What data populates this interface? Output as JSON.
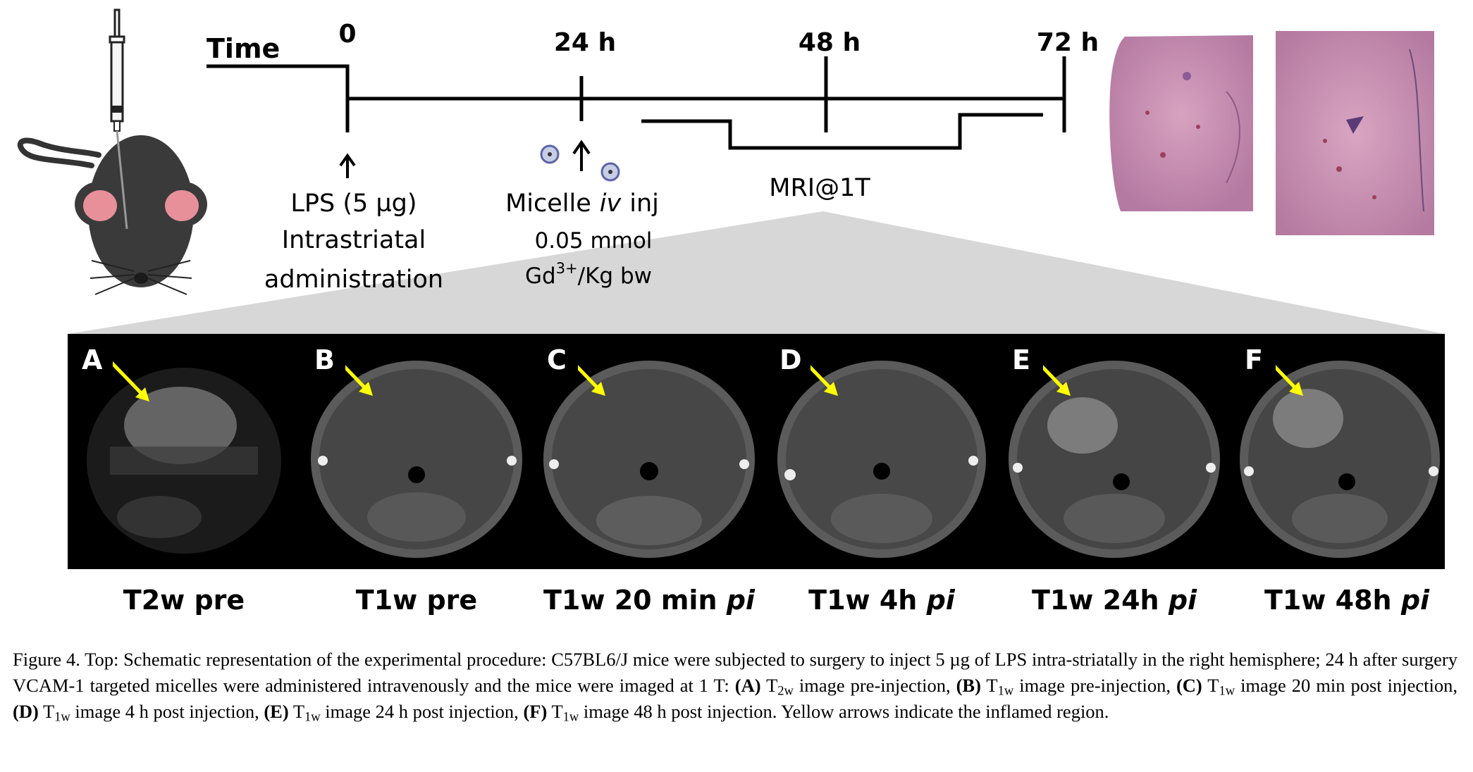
{
  "timeline": {
    "time_label": "Time",
    "ticks": [
      "0",
      "24 h",
      "48 h",
      "72 h"
    ],
    "lps_line1": "LPS (5 µg)",
    "lps_line2": "Intrastriatal",
    "lps_line3": "administration",
    "micelle_label": "Micelle",
    "micelle_italic": "iv",
    "micelle_suffix": "inj",
    "dose_line1": "0.05 mmol",
    "dose_gd": "Gd",
    "dose_sup": "3+",
    "dose_rest": "/Kg bw",
    "mri_label": "MRI@1T"
  },
  "panels": [
    {
      "letter": "A",
      "caption": "T2w pre",
      "caption_italic": ""
    },
    {
      "letter": "B",
      "caption": "T1w pre",
      "caption_italic": ""
    },
    {
      "letter": "C",
      "caption": "T1w 20 min",
      "caption_italic": "pi"
    },
    {
      "letter": "D",
      "caption": "T1w 4h",
      "caption_italic": "pi"
    },
    {
      "letter": "E",
      "caption": "T1w 24h",
      "caption_italic": "pi"
    },
    {
      "letter": "F",
      "caption": "T1w 48h",
      "caption_italic": "pi"
    }
  ],
  "caption": {
    "intro": "Figure 4. Top: Schematic representation of the experimental procedure: C57BL6/J mice were subjected to surgery to inject 5 µg of LPS intra-striatally in the right hemisphere; 24 h after surgery VCAM-1 targeted micelles were administered intravenously and the mice were imaged at 1 T: ",
    "a_label": "(A)",
    "a_t": "T",
    "a_sub": "2w",
    "a_text": " image pre-injection, ",
    "b_label": "(B)",
    "b_t": "T",
    "b_sub": "1w",
    "b_text": " image pre-injection, ",
    "c_label": "(C)",
    "c_t": "T",
    "c_sub": "1w",
    "c_text": " image 20 min post injection, ",
    "d_label": "(D)",
    "d_t": "T",
    "d_sub": "1w",
    "d_text": " image 4 h post injection, ",
    "e_label": "(E)",
    "e_t": "T",
    "e_sub": "1w",
    "e_text": " image 24 h post injection, ",
    "f_label": "(F)",
    "f_t": "T",
    "f_sub": "1w",
    "f_text": " image 48 h post injection. Yellow arrows indicate the inflamed region."
  },
  "colors": {
    "arrow_yellow": "#ffff00",
    "histology_pink": "#c98fb0",
    "mouse_body": "#3a3a3a",
    "mouse_ear": "#e8909a",
    "cone_gray": "#d7d7d7"
  }
}
